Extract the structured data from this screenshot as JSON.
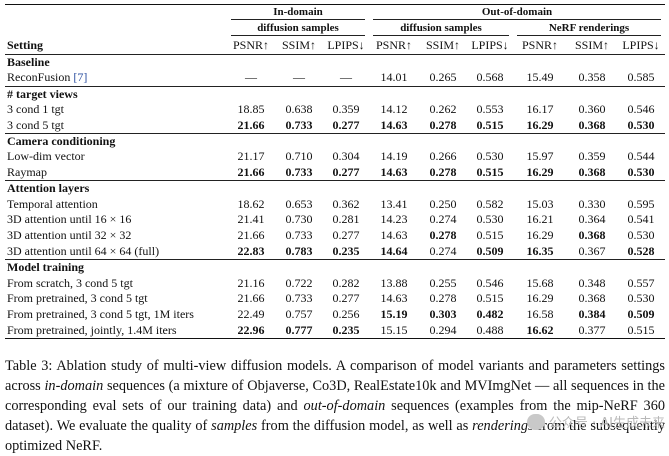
{
  "header": {
    "in_domain": "In-domain",
    "out_of_domain": "Out-of-domain",
    "diffusion_samples_in": "diffusion samples",
    "diffusion_samples_out": "diffusion samples",
    "nerf_renderings": "NeRF renderings",
    "setting": "Setting",
    "metrics": [
      "PSNR↑",
      "SSIM↑",
      "LPIPS↓"
    ]
  },
  "sections": [
    {
      "title": "Baseline",
      "rows": [
        {
          "label": "ReconFusion",
          "cite": "[7]",
          "values": [
            "—",
            "—",
            "—",
            "14.01",
            "0.265",
            "0.568",
            "15.49",
            "0.358",
            "0.585"
          ],
          "bold": []
        }
      ]
    },
    {
      "title": "# target views",
      "rows": [
        {
          "label": "3 cond 1 tgt",
          "values": [
            "18.85",
            "0.638",
            "0.359",
            "14.12",
            "0.262",
            "0.553",
            "16.17",
            "0.360",
            "0.546"
          ],
          "bold": []
        },
        {
          "label": "3 cond 5 tgt",
          "values": [
            "21.66",
            "0.733",
            "0.277",
            "14.63",
            "0.278",
            "0.515",
            "16.29",
            "0.368",
            "0.530"
          ],
          "bold": [
            0,
            1,
            2,
            3,
            4,
            5,
            6,
            7,
            8
          ]
        }
      ]
    },
    {
      "title": "Camera conditioning",
      "rows": [
        {
          "label": "Low-dim vector",
          "values": [
            "21.17",
            "0.710",
            "0.304",
            "14.19",
            "0.266",
            "0.530",
            "15.97",
            "0.359",
            "0.544"
          ],
          "bold": []
        },
        {
          "label": "Raymap",
          "values": [
            "21.66",
            "0.733",
            "0.277",
            "14.63",
            "0.278",
            "0.515",
            "16.29",
            "0.368",
            "0.530"
          ],
          "bold": [
            0,
            1,
            2,
            3,
            4,
            5,
            6,
            7,
            8
          ]
        }
      ]
    },
    {
      "title": "Attention layers",
      "rows": [
        {
          "label": "Temporal attention",
          "values": [
            "18.62",
            "0.653",
            "0.362",
            "13.41",
            "0.250",
            "0.582",
            "15.03",
            "0.330",
            "0.595"
          ],
          "bold": []
        },
        {
          "label": "3D attention until 16 × 16",
          "values": [
            "21.41",
            "0.730",
            "0.281",
            "14.23",
            "0.274",
            "0.530",
            "16.21",
            "0.364",
            "0.541"
          ],
          "bold": []
        },
        {
          "label": "3D attention until 32 × 32",
          "values": [
            "21.66",
            "0.733",
            "0.277",
            "14.63",
            "0.278",
            "0.515",
            "16.29",
            "0.368",
            "0.530"
          ],
          "bold": [
            4,
            7
          ]
        },
        {
          "label": "3D attention until 64 × 64 (full)",
          "values": [
            "22.83",
            "0.783",
            "0.235",
            "14.64",
            "0.274",
            "0.509",
            "16.35",
            "0.367",
            "0.528"
          ],
          "bold": [
            0,
            1,
            2,
            3,
            5,
            6,
            8
          ]
        }
      ]
    },
    {
      "title": "Model training",
      "rows": [
        {
          "label": "From scratch, 3 cond 5 tgt",
          "values": [
            "21.16",
            "0.722",
            "0.282",
            "13.88",
            "0.255",
            "0.546",
            "15.68",
            "0.348",
            "0.557"
          ],
          "bold": []
        },
        {
          "label": "From pretrained, 3 cond 5 tgt",
          "values": [
            "21.66",
            "0.733",
            "0.277",
            "14.63",
            "0.278",
            "0.515",
            "16.29",
            "0.368",
            "0.530"
          ],
          "bold": []
        },
        {
          "label": "From pretrained, 3 cond 5 tgt, 1M iters",
          "values": [
            "22.49",
            "0.757",
            "0.256",
            "15.19",
            "0.303",
            "0.482",
            "16.58",
            "0.384",
            "0.509"
          ],
          "bold": [
            3,
            4,
            5,
            7,
            8
          ]
        },
        {
          "label": "From pretrained, jointly, 1.4M iters",
          "values": [
            "22.96",
            "0.777",
            "0.235",
            "15.15",
            "0.294",
            "0.488",
            "16.62",
            "0.377",
            "0.515"
          ],
          "bold": [
            0,
            1,
            2,
            6
          ]
        }
      ]
    }
  ],
  "caption": {
    "p1": "Table 3: Ablation study of multi-view diffusion models. A comparison of model variants and parameters settings across ",
    "i1": "in-domain",
    "p2": " sequences (a mixture of Objaverse, Co3D, RealEstate10k and MVImgNet — all sequences in the corresponding eval sets of our training data) and ",
    "i2": "out-of-domain",
    "p3": " sequences (examples from the mip-NeRF 360 dataset). We evaluate the quality of ",
    "i3": "samples",
    "p4": " from the diffusion model, as well as ",
    "i4": "renderings",
    "p5": " from the subsequently optimized NeRF."
  },
  "watermark": "公众号 · AI生成未来"
}
